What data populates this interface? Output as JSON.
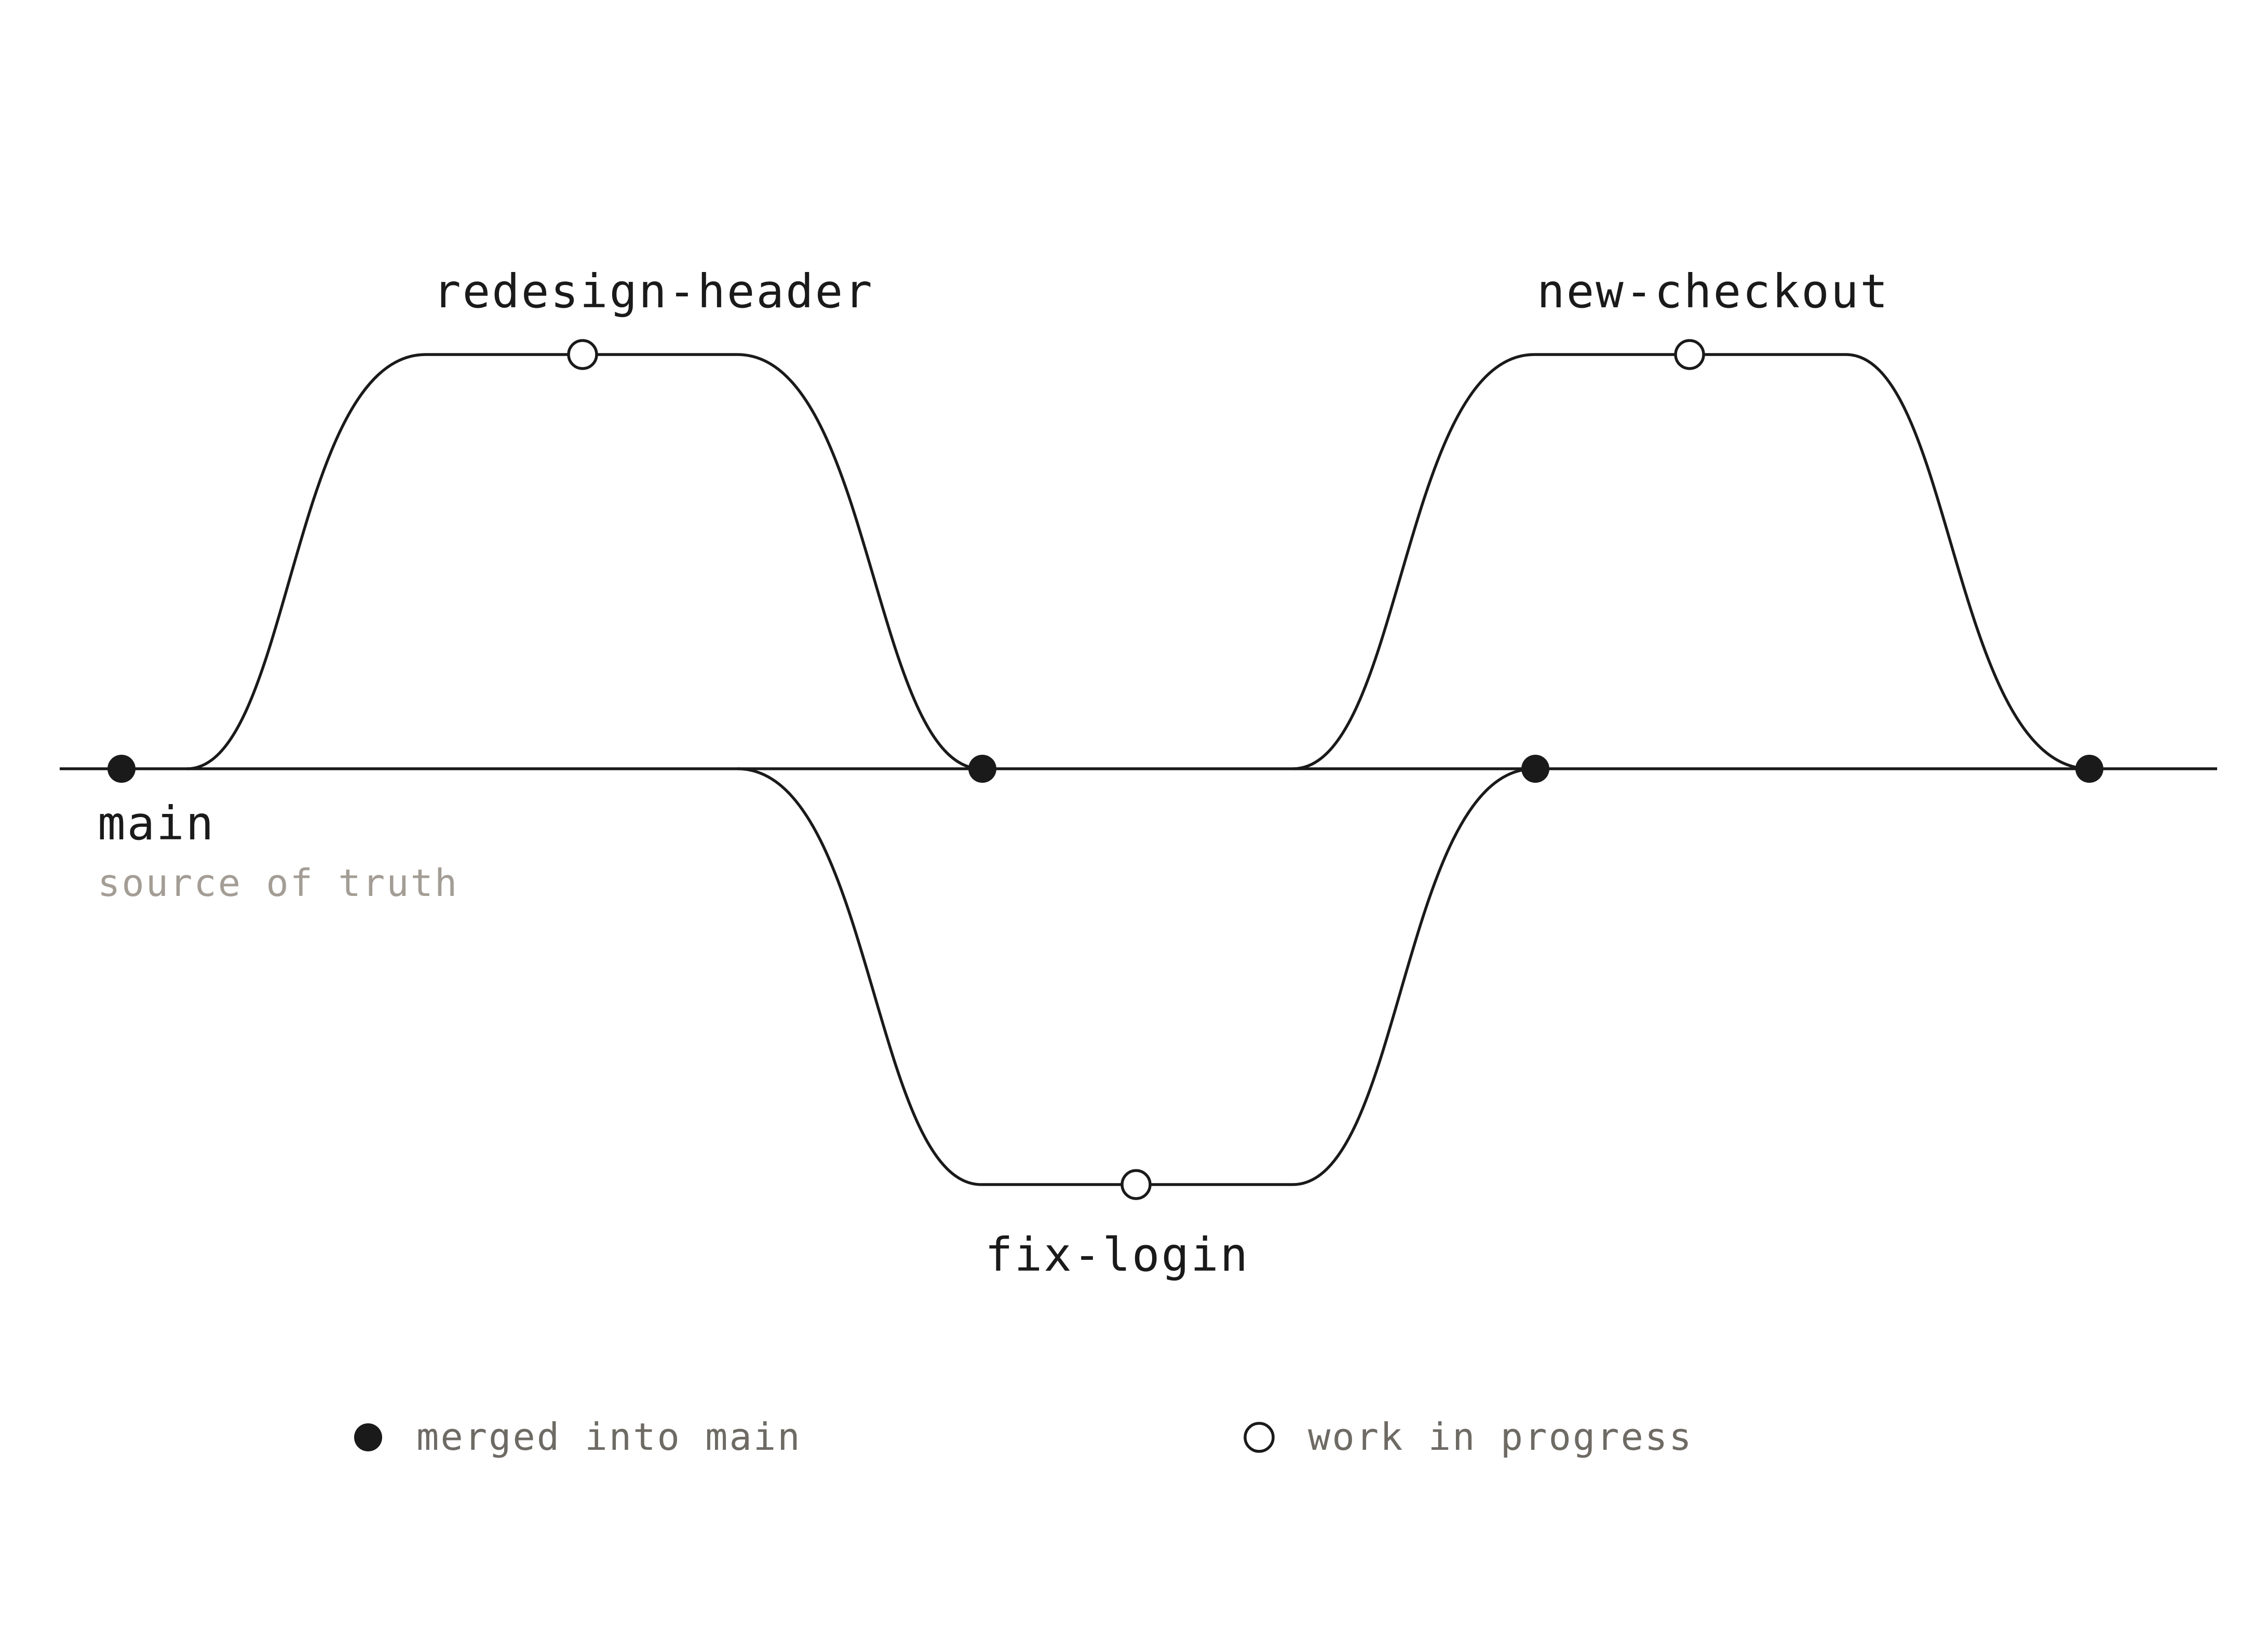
{
  "colors": {
    "ink": "#1a1a1a",
    "muted": "#a39d95",
    "legend_text": "#6e6a64",
    "background": "#ffffff"
  },
  "branches": {
    "main": {
      "label": "main",
      "subtitle": "source of truth"
    },
    "redesign_header": {
      "label": "redesign-header"
    },
    "fix_login": {
      "label": "fix-login"
    },
    "new_checkout": {
      "label": "new-checkout"
    }
  },
  "commits": [
    {
      "branch": "main",
      "state": "merged"
    },
    {
      "branch": "redesign-header",
      "state": "in-progress"
    },
    {
      "branch": "main",
      "state": "merged"
    },
    {
      "branch": "fix-login",
      "state": "in-progress"
    },
    {
      "branch": "main",
      "state": "merged"
    },
    {
      "branch": "new-checkout",
      "state": "in-progress"
    },
    {
      "branch": "main",
      "state": "merged"
    }
  ],
  "legend": {
    "merged": {
      "label": "merged into main",
      "icon": "filled-circle-icon"
    },
    "in_progress": {
      "label": "work in progress",
      "icon": "hollow-circle-icon"
    }
  }
}
